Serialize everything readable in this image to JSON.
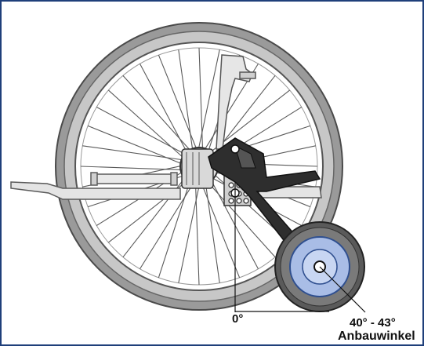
{
  "labels": {
    "zero_angle": "0°",
    "mount_angle_range": "40° - 43°",
    "mount_angle_term": "Anbauwinkel"
  },
  "colors": {
    "frame_border": "#1f3f7a",
    "tire": "#8a8a8a",
    "rim": "#bdbdbd",
    "spoke": "#555555",
    "metal_dark": "#2b2b2b",
    "tube": "#d8d8d8",
    "hub_blue": "#a9bde6",
    "label_text": "#111111"
  },
  "icons": {
    "large_wheel": "bicycle-rear-wheel",
    "support_wheel": "training-wheel",
    "mount_bracket": "hole-pattern-plate",
    "arm": "support-arm"
  }
}
